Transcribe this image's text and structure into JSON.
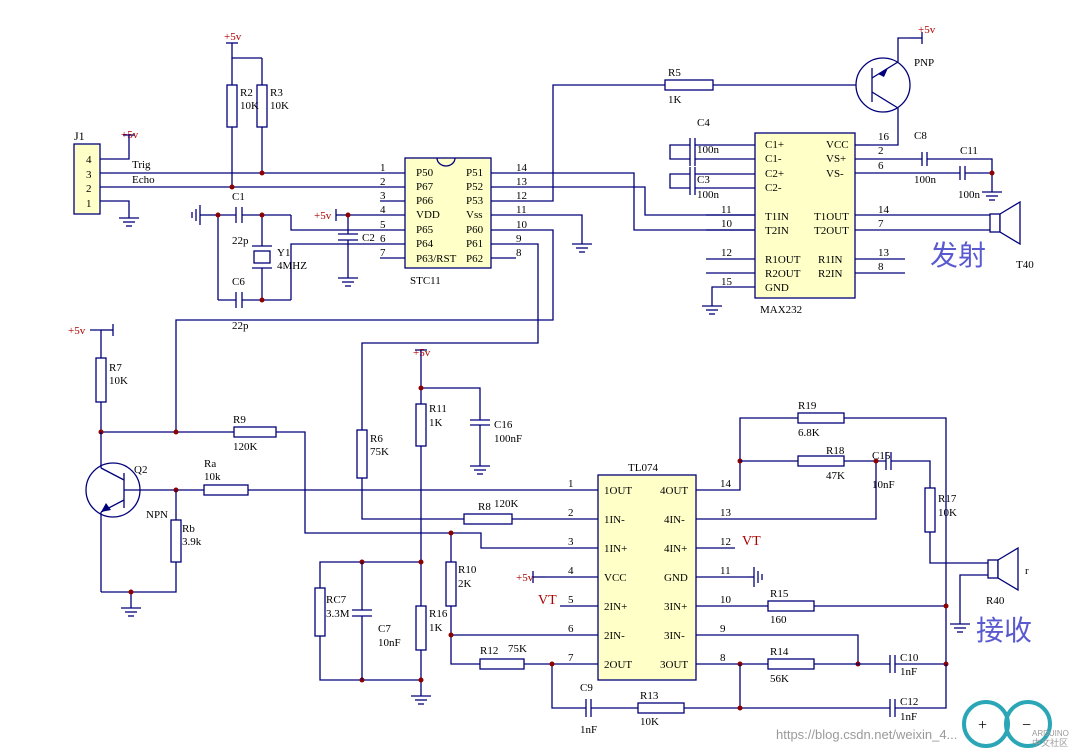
{
  "supply": "+5v",
  "j1": {
    "ref": "J1",
    "pins": [
      "4",
      "3",
      "2",
      "1"
    ],
    "trig": "Trig",
    "echo": "Echo"
  },
  "r2": {
    "ref": "R2",
    "val": "10K"
  },
  "r3": {
    "ref": "R3",
    "val": "10K"
  },
  "c1": {
    "ref": "C1",
    "val": "22p"
  },
  "c6": {
    "ref": "C6",
    "val": "22p"
  },
  "c2": {
    "ref": "C2"
  },
  "y1": {
    "ref": "Y1",
    "val": "4MHZ"
  },
  "stc": {
    "name": "STC11",
    "left_pins": [
      "1",
      "2",
      "3",
      "4",
      "5",
      "6",
      "7"
    ],
    "left_names": [
      "P50",
      "P67",
      "P66",
      "VDD",
      "P65",
      "P64",
      "P63/RST"
    ],
    "right_names": [
      "P51",
      "P52",
      "P53",
      "Vss",
      "P60",
      "P61",
      "P62"
    ],
    "right_pins": [
      "14",
      "13",
      "12",
      "11",
      "10",
      "9",
      "8"
    ]
  },
  "r5": {
    "ref": "R5",
    "val": "1K"
  },
  "pnp": "PNP",
  "c4": {
    "ref": "C4",
    "val": "100n"
  },
  "c3": {
    "ref": "C3",
    "val": "100n"
  },
  "c8": {
    "ref": "C8",
    "val": "100n"
  },
  "c11": {
    "ref": "C11",
    "val": "100n"
  },
  "max": {
    "name": "MAX232",
    "left_names": [
      "C1+",
      "C1-",
      "C2+",
      "C2-",
      "T1IN",
      "T2IN",
      "R1OUT",
      "R2OUT",
      "GND"
    ],
    "left_pins": [
      "11",
      "10",
      "12",
      "15"
    ],
    "right_names": [
      "VCC",
      "VS+",
      "VS-",
      "T1OUT",
      "T2OUT",
      "R1IN",
      "R2IN"
    ],
    "right_pins": [
      "16",
      "2",
      "6",
      "14",
      "7",
      "13",
      "8"
    ]
  },
  "tx": {
    "label": "发射",
    "ref": "T40"
  },
  "rx": {
    "label": "接收",
    "ref": "R40",
    "extra": "r"
  },
  "r7": {
    "ref": "R7",
    "val": "10K"
  },
  "q2": {
    "ref": "Q2",
    "type": "NPN"
  },
  "r9": {
    "ref": "R9",
    "val": "120K"
  },
  "ra": {
    "ref": "Ra",
    "val": "10k"
  },
  "rb": {
    "ref": "Rb",
    "val": "3.9k"
  },
  "r6": {
    "ref": "R6",
    "val": "75K"
  },
  "r11": {
    "ref": "R11",
    "val": "1K"
  },
  "c16": {
    "ref": "C16",
    "val": "100nF"
  },
  "r8": {
    "ref": "R8",
    "val": "120K"
  },
  "tl": {
    "name": "TL074",
    "left_pins": [
      "1",
      "2",
      "3",
      "4",
      "5",
      "6",
      "7"
    ],
    "left_names": [
      "1OUT",
      "1IN-",
      "1IN+",
      "VCC",
      "2IN+",
      "2IN-",
      "2OUT"
    ],
    "right_names": [
      "4OUT",
      "4IN-",
      "4IN+",
      "GND",
      "3IN+",
      "3IN-",
      "3OUT"
    ],
    "right_pins": [
      "14",
      "13",
      "12",
      "11",
      "10",
      "9",
      "8"
    ]
  },
  "r19": {
    "ref": "R19",
    "val": "6.8K"
  },
  "r18": {
    "ref": "R18",
    "val": "47K"
  },
  "c15": {
    "ref": "C15",
    "val": "10nF"
  },
  "r17": {
    "ref": "R17",
    "val": "10K"
  },
  "vt": "VT",
  "rc7": {
    "ref": "RC7",
    "val": "3.3M"
  },
  "c7": {
    "ref": "C7",
    "val": "10nF"
  },
  "r10": {
    "ref": "R10",
    "val": "2K"
  },
  "r16": {
    "ref": "R16",
    "val": "1K"
  },
  "r12": {
    "ref": "R12",
    "val": "75K"
  },
  "r15": {
    "ref": "R15",
    "val": "160"
  },
  "r14": {
    "ref": "R14",
    "val": "56K"
  },
  "c10": {
    "ref": "C10",
    "val": "1nF"
  },
  "c9": {
    "ref": "C9",
    "val": "1nF"
  },
  "r13": {
    "ref": "R13",
    "val": "10K"
  },
  "c12": {
    "ref": "C12",
    "val": "1nF"
  },
  "watermark": {
    "url": "https://blog.csdn.net/weixin_4...",
    "logo": "ARDUINO",
    "logo_cn": "中文社区"
  }
}
